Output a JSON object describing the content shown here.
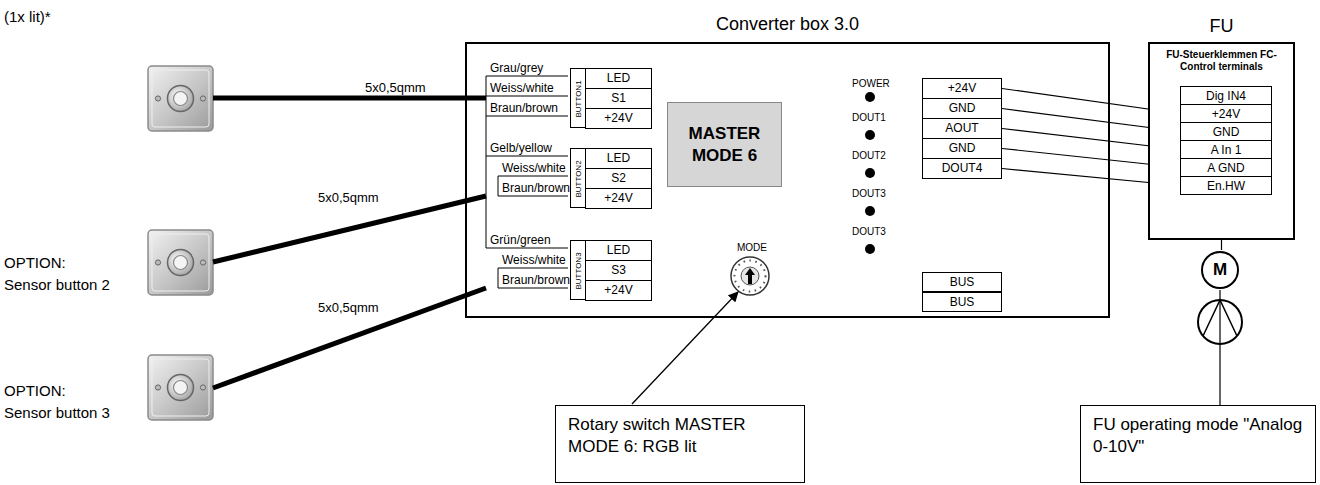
{
  "diagram": {
    "nodes": [
      {
        "text": [
          "Converter box 3.0"
        ]
      },
      {
        "text": [
          "BUTTON1"
        ],
        "in": 0
      },
      {
        "text": [
          "LED"
        ],
        "in": 1
      },
      {
        "text": [
          "S1"
        ],
        "in": 1
      },
      {
        "text": [
          "+24V"
        ],
        "in": 1
      },
      {
        "text": [
          "BUTTON2"
        ],
        "in": 0
      },
      {
        "text": [
          "LED"
        ],
        "in": 5
      },
      {
        "text": [
          "S2"
        ],
        "in": 5
      },
      {
        "text": [
          "+24V"
        ],
        "in": 5
      },
      {
        "text": [
          "BUTTON3"
        ],
        "in": 0
      },
      {
        "text": [
          "LED"
        ],
        "in": 9
      },
      {
        "text": [
          "S3"
        ],
        "in": 9
      },
      {
        "text": [
          "+24V"
        ],
        "in": 9
      },
      {
        "text": [
          "MASTER MODE 6"
        ],
        "in": 0
      },
      {
        "text": [
          "+24V"
        ],
        "in": 0
      },
      {
        "text": [
          "GND"
        ],
        "in": 0
      },
      {
        "text": [
          "AOUT"
        ],
        "in": 0
      },
      {
        "text": [
          "GND"
        ],
        "in": 0
      },
      {
        "text": [
          "DOUT4"
        ],
        "in": 0
      },
      {
        "text": [
          "BUS"
        ],
        "in": 0
      },
      {
        "text": [
          "BUS"
        ],
        "in": 0
      },
      {
        "text": [
          "FU",
          "FU-Steuerklemmen FC-Control terminals"
        ]
      },
      {
        "text": [
          "Dig IN4"
        ],
        "in": 21
      },
      {
        "text": [
          "+24V"
        ],
        "in": 21
      },
      {
        "text": [
          "GND"
        ],
        "in": 21
      },
      {
        "text": [
          "A In 1"
        ],
        "in": 21
      },
      {
        "text": [
          "A GND"
        ],
        "in": 21
      },
      {
        "text": [
          "En.HW"
        ],
        "in": 21
      },
      {
        "text": [
          "M"
        ]
      },
      {
        "text": [
          "Rotary switch MASTER MODE 6: RGB lit"
        ]
      },
      {
        "text": [
          "FU operating mode \"Analog 0-10V\""
        ]
      }
    ],
    "edges": [
      {
        "from": 14,
        "to": 23,
        "arrow": "none"
      },
      {
        "from": 15,
        "to": 24,
        "arrow": "none"
      },
      {
        "from": 16,
        "to": 25,
        "arrow": "none"
      },
      {
        "from": 17,
        "to": 26,
        "arrow": "none"
      },
      {
        "from": 18,
        "to": 27,
        "arrow": "none"
      },
      {
        "from": 22,
        "to": 23,
        "arrow": "none"
      },
      {
        "from": 21,
        "to": 28,
        "arrow": "none"
      },
      {
        "from": 28,
        "to": 30,
        "arrow": "none"
      }
    ],
    "labels": [
      "(1x lit)*",
      "OPTION:",
      "Sensor button 2",
      "OPTION:",
      "Sensor button 3",
      "5x0,5qmm",
      "5x0,5qmm",
      "5x0,5qmm",
      "Grau/grey",
      "Weiss/white",
      "Braun/brown",
      "Gelb/yellow",
      "Weiss/white",
      "Braun/brown",
      "Grün/green",
      "Weiss/white",
      "Braun/brown",
      "POWER",
      "DOUT1",
      "DOUT2",
      "DOUT3",
      "DOUT3",
      "MODE"
    ]
  }
}
